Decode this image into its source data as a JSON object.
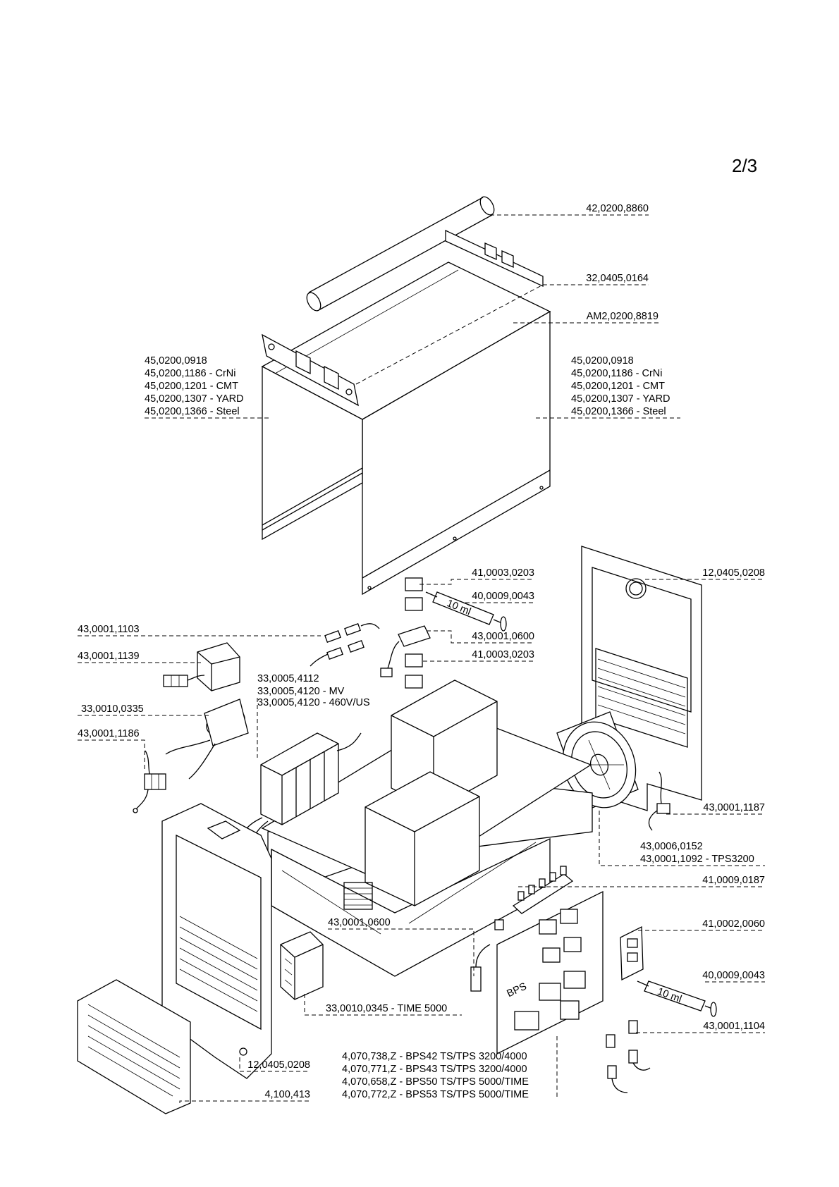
{
  "page": {
    "number": "2/3"
  },
  "callouts": {
    "tube": "42,0200,8860",
    "handle": "32,0405,0164",
    "cover_top": "AM2,0200,8819",
    "side_left": [
      "45,0200,0918",
      "45,0200,1186 - CrNi",
      "45,0200,1201 - CMT",
      "45,0200,1307 - YARD",
      "45,0200,1366 - Steel"
    ],
    "side_right": [
      "45,0200,0918",
      "45,0200,1186 - CrNi",
      "45,0200,1201 - CMT",
      "45,0200,1307 - YARD",
      "45,0200,1366 - Steel"
    ],
    "rear_frame": "12,0405,0208",
    "clip_a": "41,0003,0203",
    "paste_a": "40,0009,0043",
    "sensor_a": "43,0001,0600",
    "clip_b": "41,0003,0203",
    "cable_1103": "43,0001,1103",
    "choke_1139": "43,0001,1139",
    "transformer": [
      "33,0005,4112",
      "33,0005,4120 - MV",
      "33,0005,4120 - 460V/US"
    ],
    "coil_0335": "33,0010,0335",
    "module_1186": "43,0001,1186",
    "connector_1187": "43,0001,1187",
    "fan": [
      "43,0006,0152",
      "43,0001,1092 - TPS3200"
    ],
    "terminal_0187": "41,0009,0187",
    "bracket_0060": "41,0002,0060",
    "paste_b": "40,0009,0043",
    "sensor_b": "43,0001,0600",
    "cable_1104": "43,0001,1104",
    "transformer_0345": "33,0010,0345 - TIME 5000",
    "front_frame": "12,0405,0208",
    "grille": "4,100,413",
    "pcb": [
      "4,070,738,Z - BPS42 TS/TPS 3200/4000",
      "4,070,771,Z - BPS43 TS/TPS 3200/4000",
      "4,070,658,Z - BPS50 TS/TPS 5000/TIME",
      "4,070,772,Z - BPS53 TS/TPS 5000/TIME"
    ]
  },
  "syringe_label": "10 ml",
  "pcb_label": "BPS"
}
